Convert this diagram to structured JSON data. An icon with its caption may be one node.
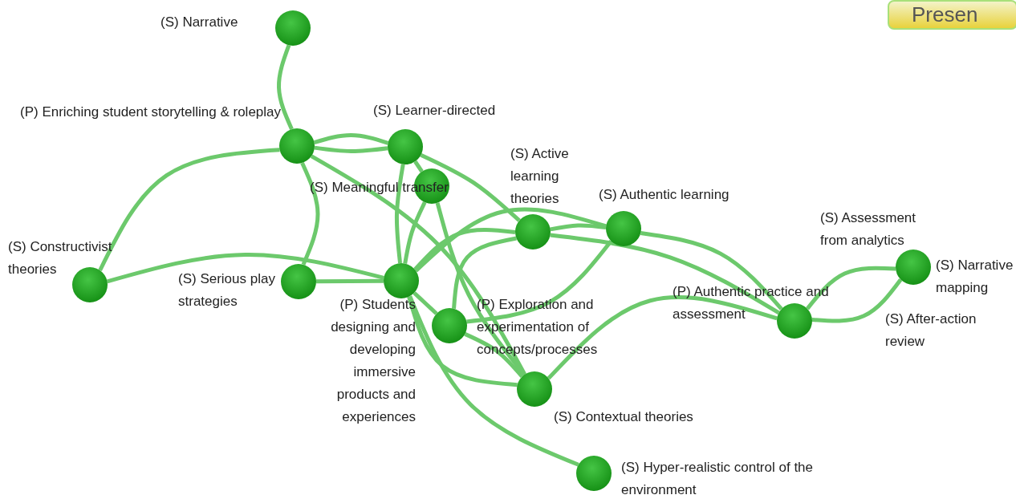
{
  "diagram": {
    "nodes": [
      {
        "text": [
          "(S) Narrative"
        ]
      },
      {
        "text": [
          "(P) Enriching student storytelling & roleplay"
        ]
      },
      {
        "text": [
          "(S) Learner-directed"
        ]
      },
      {
        "text": [
          "(S) Meaningful transfer"
        ]
      },
      {
        "text": [
          "(S) Active learning theories"
        ]
      },
      {
        "text": [
          "(S) Authentic learning"
        ]
      },
      {
        "text": [
          "(S) Constructivist theories"
        ]
      },
      {
        "text": [
          "(S) Serious play strategies"
        ]
      },
      {
        "text": [
          "(P) Students designing and developing immersive products and experiences"
        ]
      },
      {
        "text": [
          "(P) Exploration and experimentation of concepts/processes"
        ]
      },
      {
        "text": [
          "(P) Authentic practice and assessment"
        ]
      },
      {
        "text": [
          "(S) Narrative mapping"
        ]
      },
      {
        "text": [
          "(S) Contextual theories"
        ]
      },
      {
        "text": [
          "(S) Hyper-realistic control of the environment"
        ]
      },
      {
        "text": [
          "Presen"
        ]
      }
    ],
    "edges": [
      {
        "from": 0,
        "to": 1,
        "arrow": "none"
      },
      {
        "from": 1,
        "to": 6,
        "arrow": "none"
      },
      {
        "from": 1,
        "to": 7,
        "arrow": "none"
      },
      {
        "from": 1,
        "to": 2,
        "arrow": "none"
      },
      {
        "from": 1,
        "to": 2,
        "arrow": "none"
      },
      {
        "from": 1,
        "to": 12,
        "arrow": "none"
      },
      {
        "from": 2,
        "to": 3,
        "arrow": "none"
      },
      {
        "from": 2,
        "to": 4,
        "arrow": "none"
      },
      {
        "from": 2,
        "to": 8,
        "arrow": "none"
      },
      {
        "from": 3,
        "to": 8,
        "arrow": "none"
      },
      {
        "from": 3,
        "to": 12,
        "arrow": "none"
      },
      {
        "from": 6,
        "to": 8,
        "arrow": "none"
      },
      {
        "from": 7,
        "to": 8,
        "arrow": "none"
      },
      {
        "from": 8,
        "to": 4,
        "arrow": "none"
      },
      {
        "from": 8,
        "to": 5,
        "arrow": "none"
      },
      {
        "from": 8,
        "to": 9,
        "arrow": "none"
      },
      {
        "from": 8,
        "to": 12,
        "arrow": "none"
      },
      {
        "from": 8,
        "to": 13,
        "arrow": "none"
      },
      {
        "from": 9,
        "to": 4,
        "arrow": "none"
      },
      {
        "from": 9,
        "to": 5,
        "arrow": "none"
      },
      {
        "from": 9,
        "to": 12,
        "arrow": "none"
      },
      {
        "from": 4,
        "to": 5,
        "arrow": "none"
      },
      {
        "from": 5,
        "to": 10,
        "arrow": "none"
      },
      {
        "from": 4,
        "to": 10,
        "arrow": "none"
      },
      {
        "from": 12,
        "to": 10,
        "arrow": "none"
      },
      {
        "from": 10,
        "to": 11,
        "arrow": "none",
        "label": "(S) Assessment from analytics"
      },
      {
        "from": 10,
        "to": 11,
        "arrow": "none",
        "label": "(S) After-action review"
      }
    ]
  }
}
